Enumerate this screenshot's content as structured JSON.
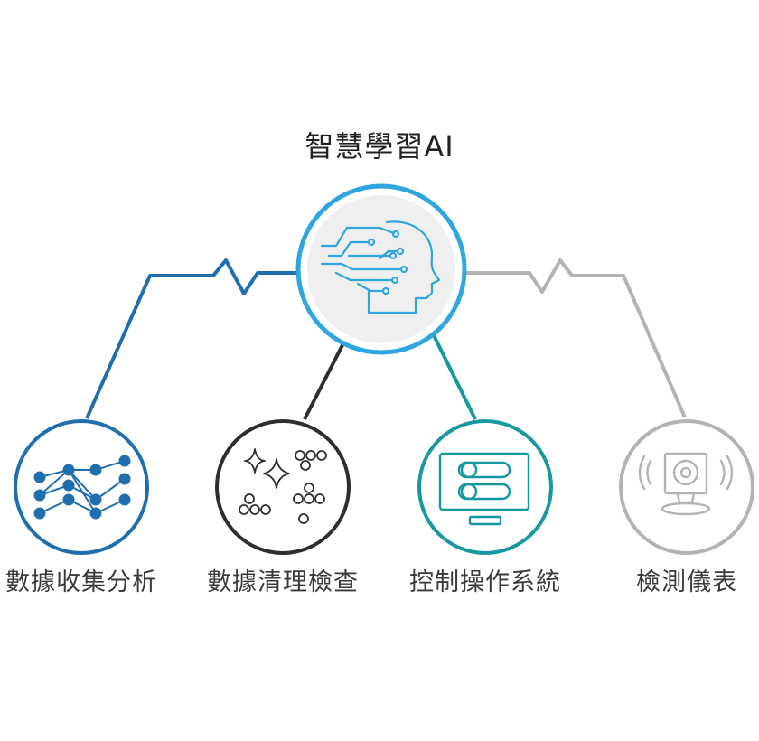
{
  "title": "智慧學習AI",
  "colors": {
    "center": "#2fa6df",
    "data_collect": "#1f6fae",
    "data_clean": "#2e2e2e",
    "control": "#17979f",
    "instrument": "#b3b3b3",
    "center_fill": "#efefef"
  },
  "center_node": {
    "icon": "ai-head-circuit-icon"
  },
  "nodes": [
    {
      "id": "data-collect",
      "label": "數據收集分析",
      "icon": "scatter-network-icon"
    },
    {
      "id": "data-clean",
      "label": "數據清理檢查",
      "icon": "sparkle-clusters-icon"
    },
    {
      "id": "control",
      "label": "控制操作系統",
      "icon": "control-panel-icon"
    },
    {
      "id": "instrument",
      "label": "檢測儀表",
      "icon": "sensor-camera-icon"
    }
  ]
}
